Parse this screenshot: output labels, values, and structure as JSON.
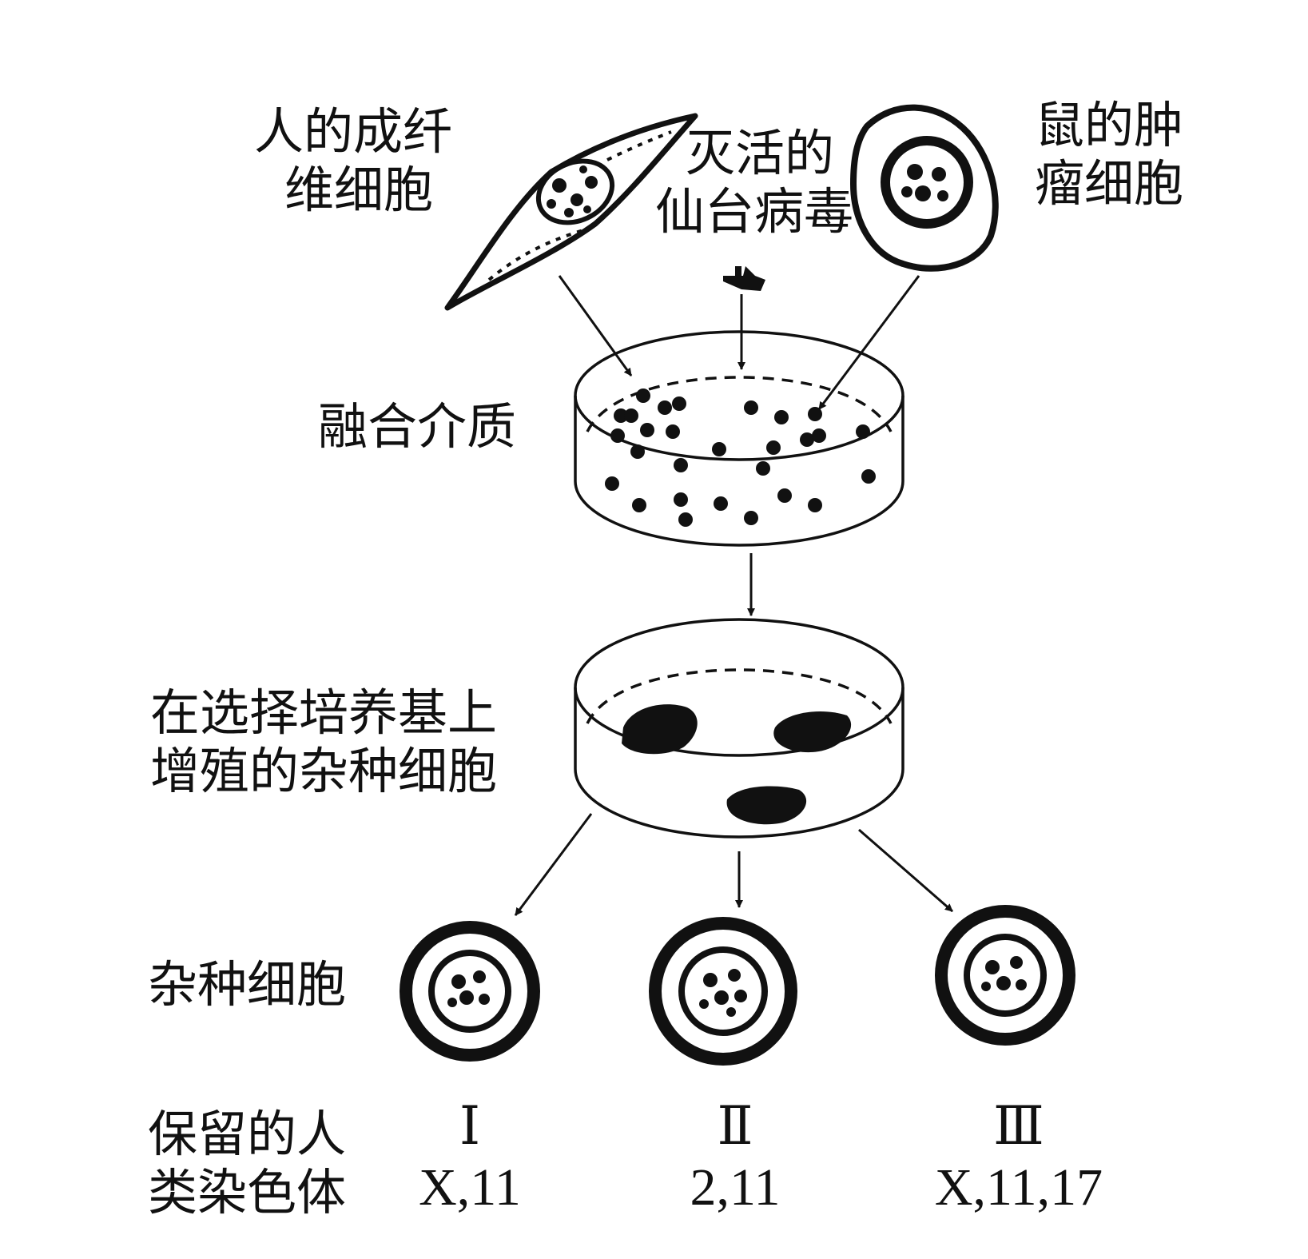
{
  "labels": {
    "human_cell": [
      "人的成纤",
      "维细胞"
    ],
    "virus": [
      "灭活的",
      "仙台病毒"
    ],
    "mouse_cell": [
      "鼠的肿",
      "瘤细胞"
    ],
    "fusion_medium": "融合介质",
    "selective_medium": [
      "在选择培养基上",
      "增殖的杂种细胞"
    ],
    "hybrid_cells": "杂种细胞",
    "retained_chromosomes": [
      "保留的人",
      "类染色体"
    ]
  },
  "hybrids": [
    {
      "numeral": "Ⅰ",
      "chromosomes": "X,11"
    },
    {
      "numeral": "Ⅱ",
      "chromosomes": "2,11"
    },
    {
      "numeral": "Ⅲ",
      "chromosomes": "X,11,17"
    }
  ],
  "icons": [
    "fibroblast-cell-icon",
    "virus-icon",
    "tumor-cell-icon",
    "culture-dish-icon",
    "cell-colony-icon",
    "hybrid-cell-icon"
  ],
  "colors": {
    "ink": "#111111",
    "background": "#ffffff"
  }
}
